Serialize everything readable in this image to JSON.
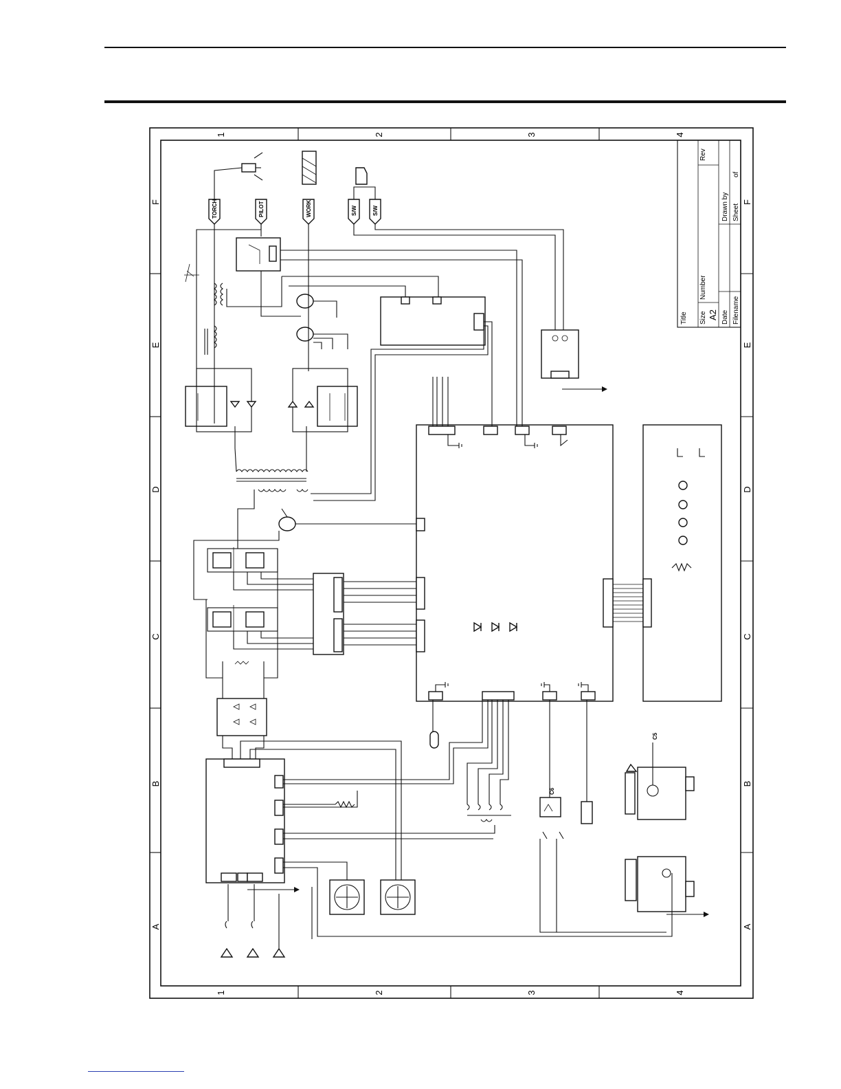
{
  "frame": {
    "grid_columns": [
      "1",
      "2",
      "3",
      "4"
    ],
    "grid_rows": [
      "F",
      "E",
      "D",
      "C",
      "B",
      "A"
    ]
  },
  "title_block": {
    "title_label": "Title",
    "size_label": "Size",
    "size_value": "A2",
    "number_label": "Number",
    "rev_label": "Rev",
    "date_label": "Date",
    "drawn_by_label": "Drawn by",
    "filename_label": "Filename",
    "sheet_label": "Sheet",
    "of_label": "of"
  },
  "connectors": {
    "torch": "TORCH",
    "pilot": "PILOT",
    "work": "WORK",
    "sw1": "S/W",
    "sw2": "S/W"
  },
  "components": {
    "c5": "C5",
    "c6": "C6"
  }
}
